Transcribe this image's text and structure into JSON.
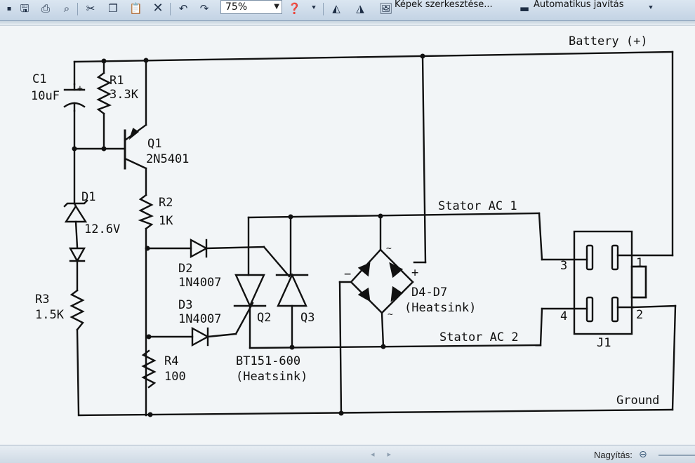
{
  "toolbar": {
    "zoom_value": "75%",
    "image_editor_label": "Képek szerkesztése...",
    "autocorrect_label": "Automatikus javítás"
  },
  "statusbar": {
    "zoom_label": "Nagyítás:"
  },
  "schematic": {
    "labels": {
      "battery": "Battery (+)",
      "stator_ac1": "Stator AC 1",
      "stator_ac2": "Stator AC 2",
      "ground": "Ground",
      "c1_name": "C1",
      "c1_value": "10uF",
      "r1_name": "R1",
      "r1_value": "3.3K",
      "q1_name": "Q1",
      "q1_part": "2N5401",
      "r2_name": "R2",
      "r2_value": "1K",
      "d1_name": "D1",
      "d1_value": "12.6V",
      "r3_name": "R3",
      "r3_value": "1.5K",
      "d2_name": "D2",
      "d2_part": "1N4007",
      "d3_name": "D3",
      "d3_part": "1N4007",
      "q2_name": "Q2",
      "q3_name": "Q3",
      "scr_part": "BT151-600",
      "scr_heatsink": "(Heatsink)",
      "r4_name": "R4",
      "r4_value": "100",
      "bridge_name": "D4-D7",
      "bridge_heatsink": "(Heatsink)",
      "bridge_minus": "−",
      "bridge_plus": "+",
      "bridge_ac_top": "~",
      "bridge_ac_bottom": "~",
      "c1_plus": "+",
      "j1_name": "J1",
      "pin1": "1",
      "pin2": "2",
      "pin3": "3",
      "pin4": "4"
    }
  }
}
